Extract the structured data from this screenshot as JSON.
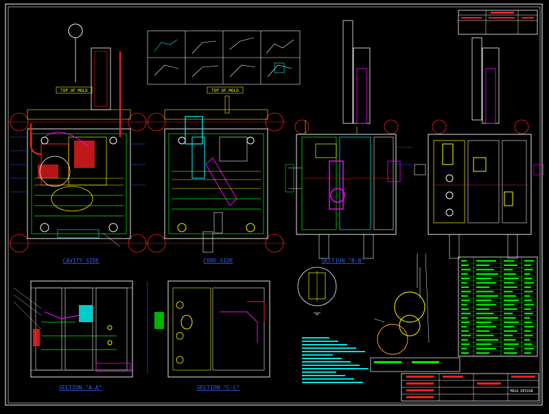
{
  "colors": {
    "background": "#000000",
    "frame": "#ffffff",
    "red": "#ff2020",
    "yellow": "#ffff00",
    "green": "#00ff00",
    "cyan": "#00ffff",
    "blue": "#3060ff",
    "magenta": "#ff00ff",
    "gray": "#a0a0a0",
    "orange": "#ff9a30"
  },
  "views": {
    "cavity_side": "CAVITY SIDE",
    "core_side": "CORE SIDE",
    "side_view": "SECTION \"B-B\"",
    "section_a": "SECTION \"A-A\"",
    "section_c": "SECTION \"C-C\"",
    "detail": "\"H\""
  },
  "tags": {
    "top_left": "TOP OF MOLD",
    "top_mid": "TOP OF MOLD"
  },
  "title_block": {
    "header": "MOLD DESIGN"
  }
}
